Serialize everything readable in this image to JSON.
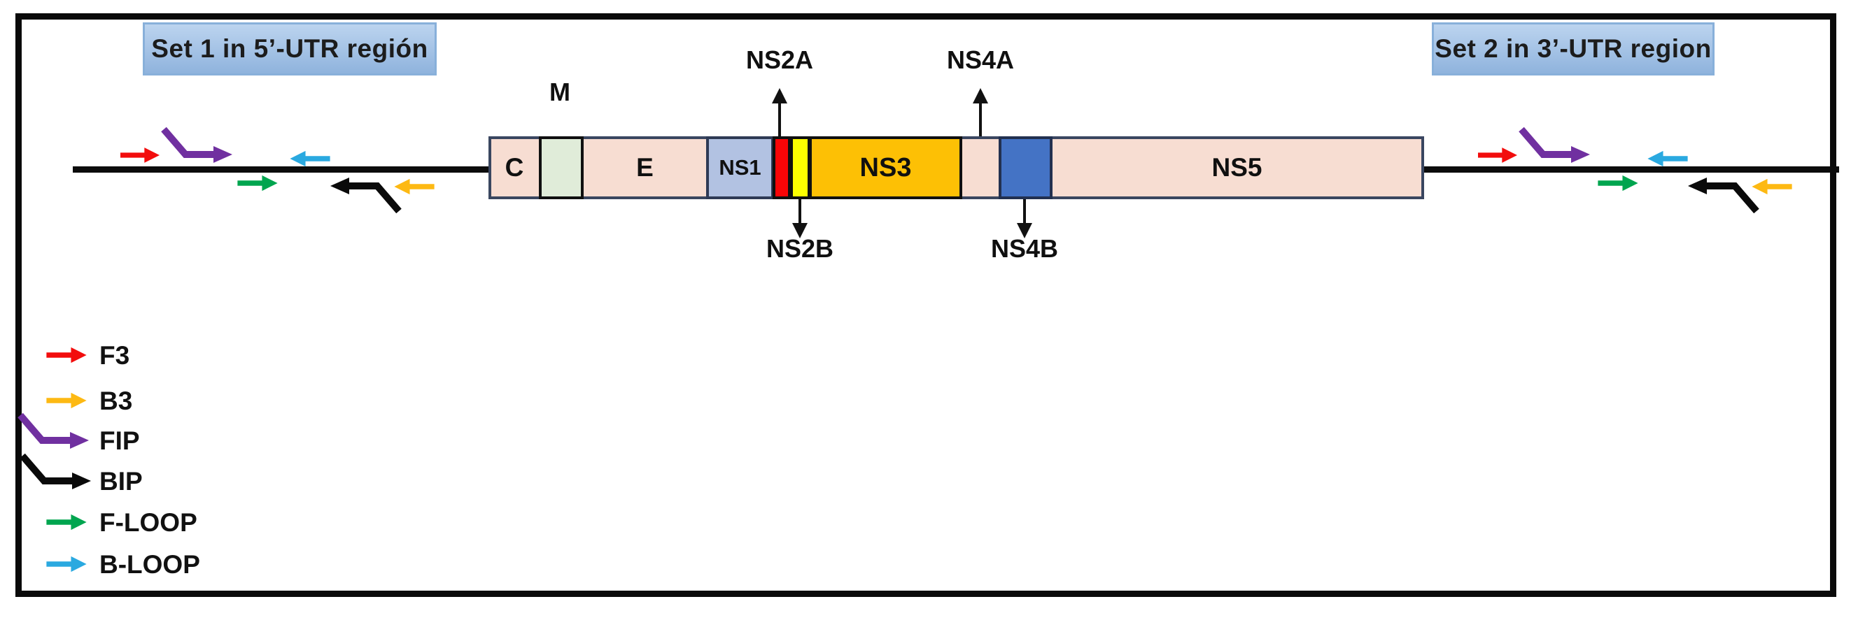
{
  "header": {
    "set1_label": "Set 1 in 5’-UTR región",
    "set2_label": "Set 2 in 3’-UTR region"
  },
  "genome": {
    "segment_labels": {
      "c": "C",
      "m": "M",
      "e": "E",
      "ns1": "NS1",
      "ns3": "NS3",
      "ns5": "NS5"
    },
    "callouts": {
      "ns2a": "NS2A",
      "ns2b": "NS2B",
      "ns4a": "NS4A",
      "ns4b": "NS4B"
    }
  },
  "legend": {
    "items": [
      {
        "label": "F3"
      },
      {
        "label": "B3"
      },
      {
        "label": "FIP"
      },
      {
        "label": "BIP"
      },
      {
        "label": "F-LOOP"
      },
      {
        "label": "B-LOOP"
      }
    ]
  },
  "colors": {
    "ink": "#101010",
    "peach": "#f7ddd2",
    "green_box": "#e0ecd9",
    "ns1_blue": "#b2c2e2",
    "ns4b_blue": "#4473c5",
    "ns3_orange": "#fdc005",
    "red_seg": "#fa0507",
    "yellow_seg": "#fcff00",
    "box_border": "#3a4660",
    "label_box_top": "#bcd4ef",
    "label_box_bottom": "#8fb3dd",
    "label_box_border": "#88b0da",
    "f3": "#f20d0d",
    "b3": "#fdb913",
    "fip": "#7030a0",
    "bip": "#0a0a0a",
    "floop": "#00a54f",
    "bloop": "#2aa9e0"
  }
}
